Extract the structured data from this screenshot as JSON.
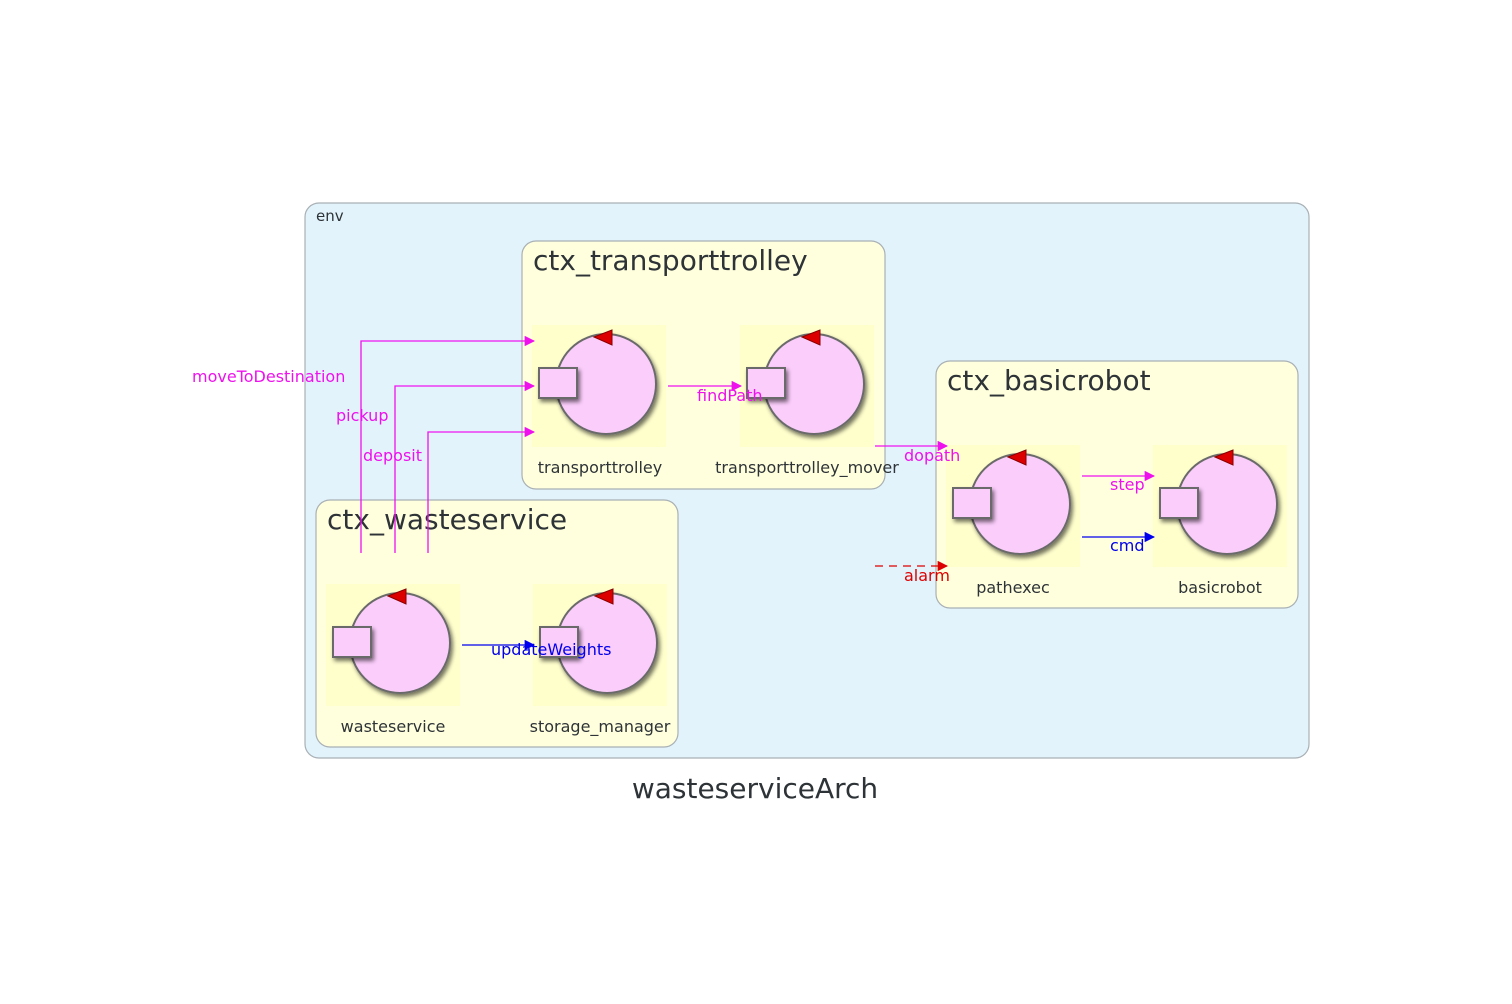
{
  "title": "wasteserviceArch",
  "env": {
    "label": "env"
  },
  "contexts": {
    "transporttrolley": {
      "title": "ctx_transporttrolley"
    },
    "basicrobot": {
      "title": "ctx_basicrobot"
    },
    "wasteservice": {
      "title": "ctx_wasteservice"
    }
  },
  "actors": {
    "transporttrolley": "transporttrolley",
    "transporttrolley_mover": "transporttrolley_mover",
    "pathexec": "pathexec",
    "basicrobot": "basicrobot",
    "wasteservice": "wasteservice",
    "storage_manager": "storage_manager"
  },
  "messages": {
    "moveToDestination": "moveToDestination",
    "pickup": "pickup",
    "deposit": "deposit",
    "findPath": "findPath",
    "dopath": "dopath",
    "step": "step",
    "cmd": "cmd",
    "alarm": "alarm",
    "updateWeights": "updateWeights"
  },
  "colors": {
    "env_fill": "#e2f3fc",
    "context_fill": "#ffffde",
    "actor_fill": "#fbcdfb",
    "dispatch": "#ee11ee",
    "request": "#0000ee",
    "event": "#dd0000",
    "text": "#2d3336"
  }
}
